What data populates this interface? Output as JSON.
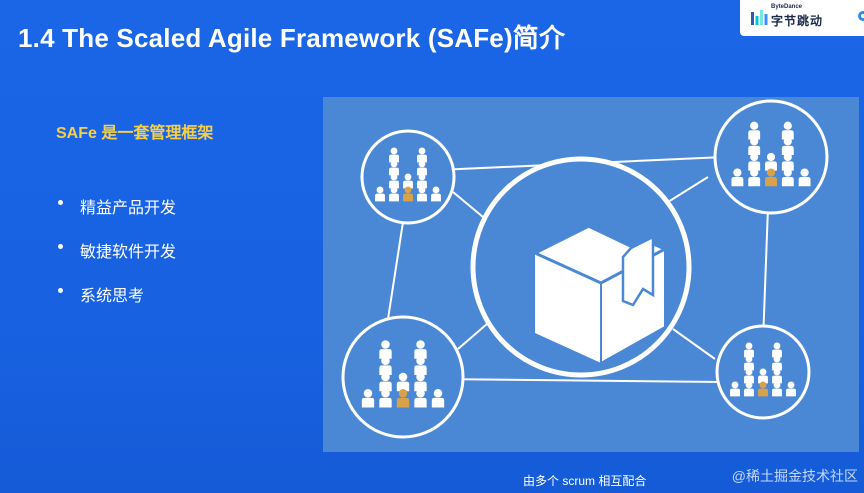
{
  "slide": {
    "title": "1.4 The Scaled Agile Framework (SAFe)简介",
    "subtitle": "SAFe 是一套管理框架",
    "bullets": [
      "精益产品开发",
      "敏捷软件开发",
      "系统思考"
    ],
    "caption": "由多个 scrum 相互配合",
    "watermark": "@稀土掘金技术社区"
  },
  "logo": {
    "small_text": "ByteDance",
    "text": "字节跳动"
  },
  "colors": {
    "background": "#1a66e6",
    "title": "#ffffff",
    "subtitle": "#f7d04a",
    "diagram_panel": "#4a88d6",
    "person_highlight": "#d9a24a"
  },
  "diagram": {
    "center_icon": "box-icon",
    "team_icon": "people-group-icon",
    "team_count": 4
  }
}
